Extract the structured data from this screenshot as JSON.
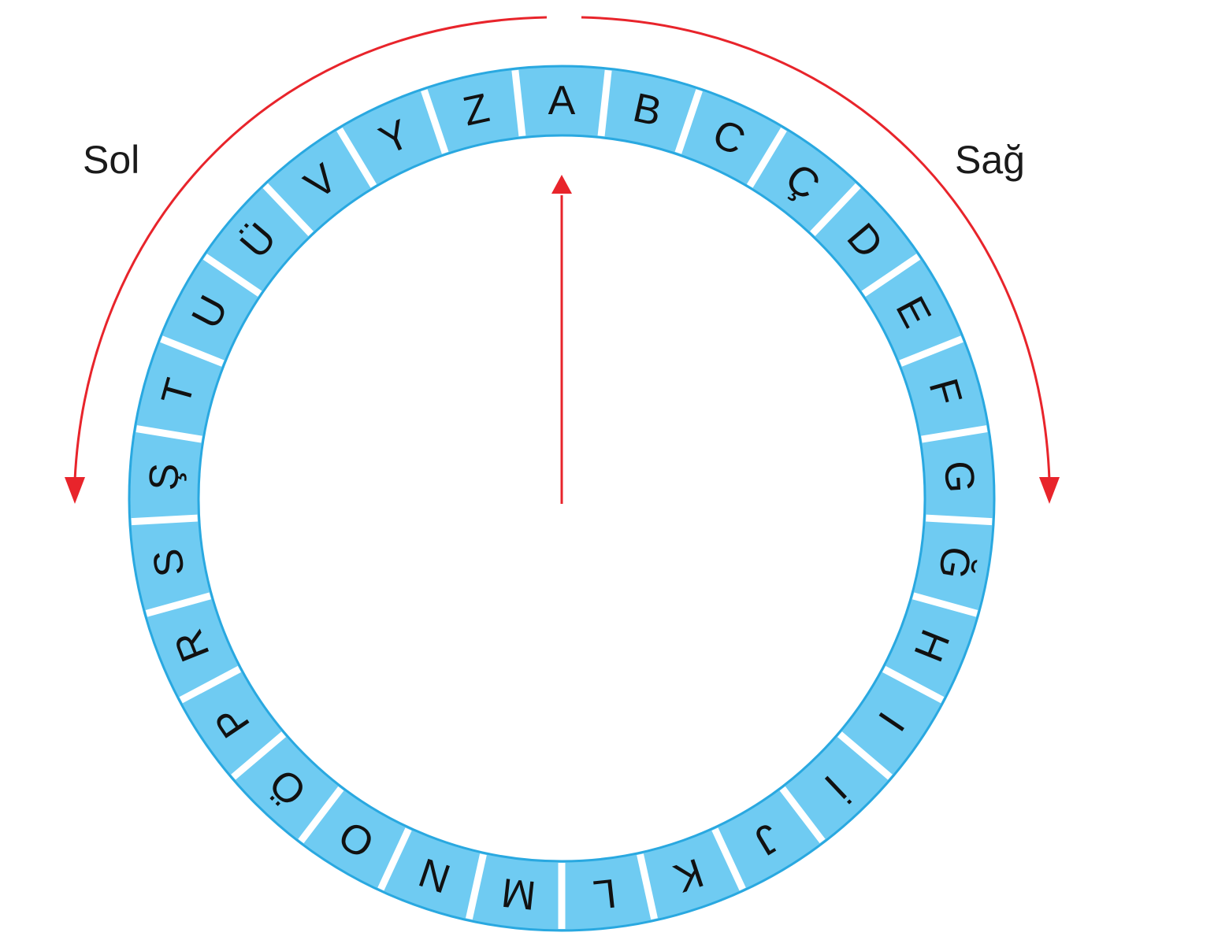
{
  "labels": {
    "left": "Sol",
    "right": "Sağ"
  },
  "alphabet": [
    "A",
    "B",
    "C",
    "Ç",
    "D",
    "E",
    "F",
    "G",
    "Ğ",
    "H",
    "I",
    "İ",
    "J",
    "K",
    "L",
    "M",
    "N",
    "O",
    "Ö",
    "P",
    "R",
    "S",
    "Ş",
    "T",
    "U",
    "Ü",
    "V",
    "Y",
    "Z"
  ],
  "colors": {
    "ring": "#6fcbf2",
    "ring_border": "#29a8e0",
    "divider": "#ffffff",
    "arrow": "#e8242b",
    "text": "#111111"
  },
  "icons": {
    "pointer": "arrow-up-icon",
    "left_direction": "curved-arrow-counterclockwise-icon",
    "right_direction": "curved-arrow-clockwise-icon"
  }
}
